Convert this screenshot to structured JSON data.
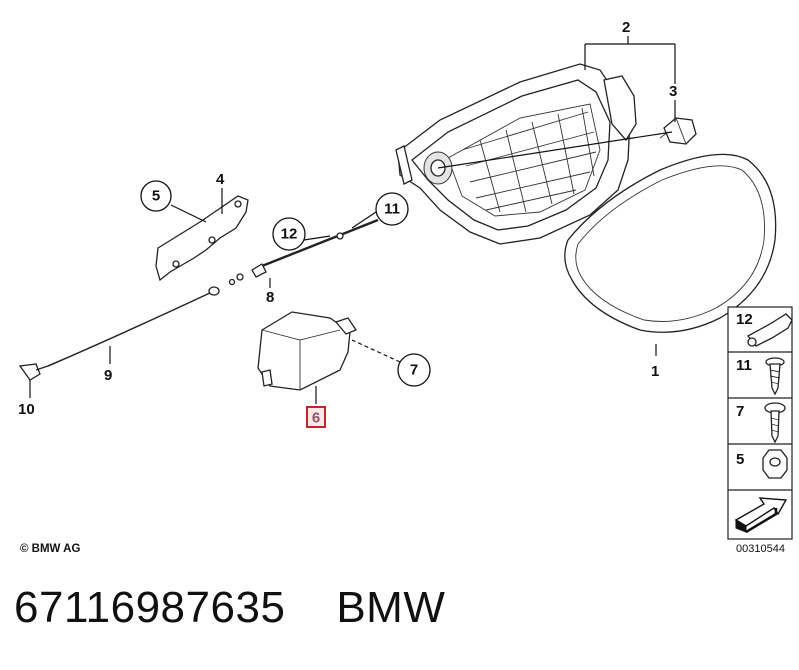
{
  "callouts": {
    "c1": "1",
    "c2": "2",
    "c3": "3",
    "c4": "4",
    "c5": "5",
    "c6": "6",
    "c7": "7",
    "c8": "8",
    "c9": "9",
    "c10": "10",
    "c11": "11",
    "c12": "12"
  },
  "legend": [
    {
      "number": "12",
      "icon": "clip-icon"
    },
    {
      "number": "11",
      "icon": "screw-icon"
    },
    {
      "number": "7",
      "icon": "screw-icon"
    },
    {
      "number": "5",
      "icon": "nut-icon"
    },
    {
      "number": "",
      "icon": "arrow-icon"
    }
  ],
  "copyright": "© BMW AG",
  "diagram_code": "00310544",
  "caption": {
    "part_number": "67116987635",
    "brand": "BMW"
  },
  "colors": {
    "highlight": "#c0272d",
    "line": "#111111"
  }
}
